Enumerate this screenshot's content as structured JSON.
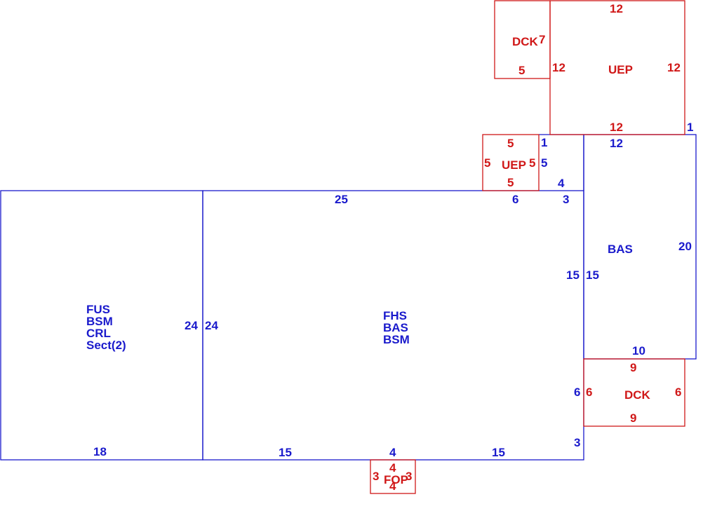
{
  "colors": {
    "blue": "#1a1acc",
    "red": "#d01818"
  },
  "areas": [
    {
      "id": "fus",
      "color": "blue",
      "labels": [
        "FUS",
        "BSM",
        "CRL",
        "Sect(2)"
      ]
    },
    {
      "id": "fhs",
      "color": "blue",
      "labels": [
        "FHS",
        "BAS",
        "BSM"
      ]
    },
    {
      "id": "bas",
      "color": "blue",
      "labels": [
        "BAS"
      ]
    },
    {
      "id": "uep-top",
      "color": "red",
      "labels": [
        "UEP"
      ]
    },
    {
      "id": "dck-top",
      "color": "red",
      "labels": [
        "DCK"
      ]
    },
    {
      "id": "uep-small",
      "color": "red",
      "labels": [
        "UEP"
      ]
    },
    {
      "id": "dck-right",
      "color": "red",
      "labels": [
        "DCK"
      ]
    },
    {
      "id": "fop",
      "color": "red",
      "labels": [
        "FOP"
      ]
    }
  ],
  "dimensions": {
    "fus_bottom": "18",
    "fus_right": "24",
    "fhs_left": "24",
    "fhs_top": "25",
    "fhs_top_6": "6",
    "fhs_top_3": "3",
    "fhs_bottom_15a": "15",
    "fhs_bottom_4": "4",
    "fhs_bottom_15b": "15",
    "fhs_right_15": "15",
    "fhs_right_6": "6",
    "fhs_right_3": "3",
    "bas_left_15": "15",
    "bas_top": "12",
    "bas_right": "20",
    "bas_bottom": "10",
    "bas_1_top": "1",
    "bas_1_corner": "1",
    "bas_5": "5",
    "bas_4": "4",
    "uep_top_top": "12",
    "uep_top_bottom": "12",
    "uep_top_left": "12",
    "uep_top_right": "12",
    "dck_top_bottom": "5",
    "dck_top_right": "7",
    "uep_small_top": "5",
    "uep_small_bottom": "5",
    "uep_small_left": "5",
    "uep_small_right": "5",
    "dck_right_top": "9",
    "dck_right_bottom": "9",
    "dck_right_left": "6",
    "dck_right_right": "6",
    "fop_top": "4",
    "fop_bottom": "4",
    "fop_left": "3",
    "fop_right": "3"
  }
}
